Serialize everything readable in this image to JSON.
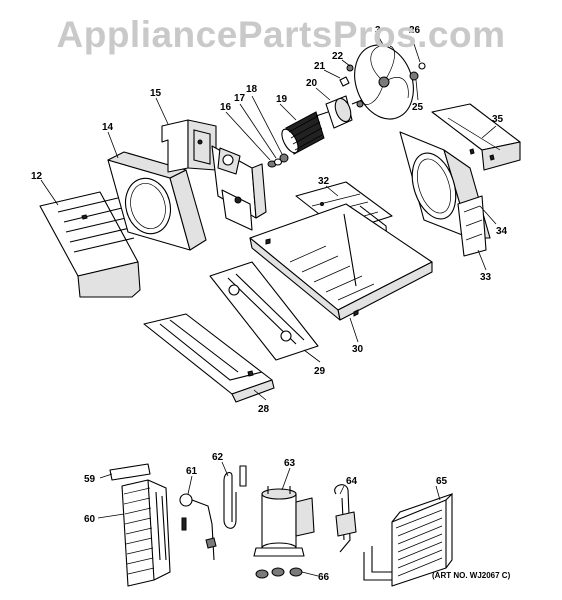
{
  "watermark": "AppliancePartsPros.com",
  "art_number": "(ART NO. WJ2067 C)",
  "callouts": {
    "c3": "3",
    "c12": "12",
    "c14": "14",
    "c15": "15",
    "c16": "16",
    "c17": "17",
    "c18": "18",
    "c19": "19",
    "c20": "20",
    "c21": "21",
    "c22": "22",
    "c25": "25",
    "c26": "26",
    "c28": "28",
    "c29": "29",
    "c30": "30",
    "c32": "32",
    "c33": "33",
    "c34": "34",
    "c35": "35",
    "c59": "59",
    "c60": "60",
    "c61": "61",
    "c62": "62",
    "c63": "63",
    "c64": "64",
    "c65": "65",
    "c66": "66"
  }
}
